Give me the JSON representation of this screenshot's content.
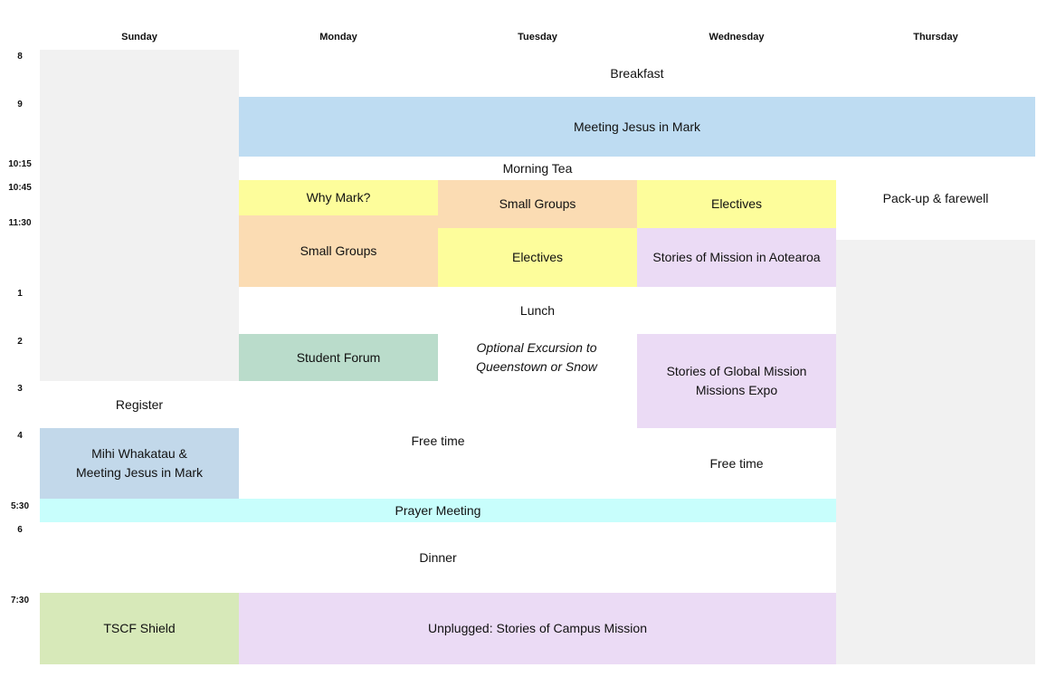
{
  "days": [
    "Sunday",
    "Monday",
    "Tuesday",
    "Wednesday",
    "Thursday"
  ],
  "times": [
    "8",
    "9",
    "10:15",
    "10:45",
    "11:30",
    "1",
    "2",
    "3",
    "4",
    "5:30",
    "6",
    "7:30"
  ],
  "events": {
    "breakfast": "Breakfast",
    "meeting_jesus": "Meeting Jesus in Mark",
    "morning_tea": "Morning Tea",
    "pack_up": "Pack-up & farewell",
    "why_mark": "Why Mark?",
    "small_groups_tue": "Small Groups",
    "electives_wed": "Electives",
    "small_groups_mon": "Small Groups",
    "electives_tue": "Electives",
    "stories_aotearoa": "Stories of Mission in Aotearoa",
    "lunch": "Lunch",
    "student_forum": "Student Forum",
    "excursion_line1": "Optional Excursion to",
    "excursion_line2": "Queenstown or Snow",
    "global_mission_line1": "Stories of Global Mission",
    "global_mission_line2": "Missions Expo",
    "register": "Register",
    "free_time_1": "Free time",
    "free_time_2": "Free time",
    "mihi_line1": "Mihi Whakatau &",
    "mihi_line2": "Meeting Jesus in Mark",
    "prayer_meeting": "Prayer Meeting",
    "dinner": "Dinner",
    "tscf_shield": "TSCF Shield",
    "unplugged": "Unplugged: Stories of Campus Mission"
  }
}
